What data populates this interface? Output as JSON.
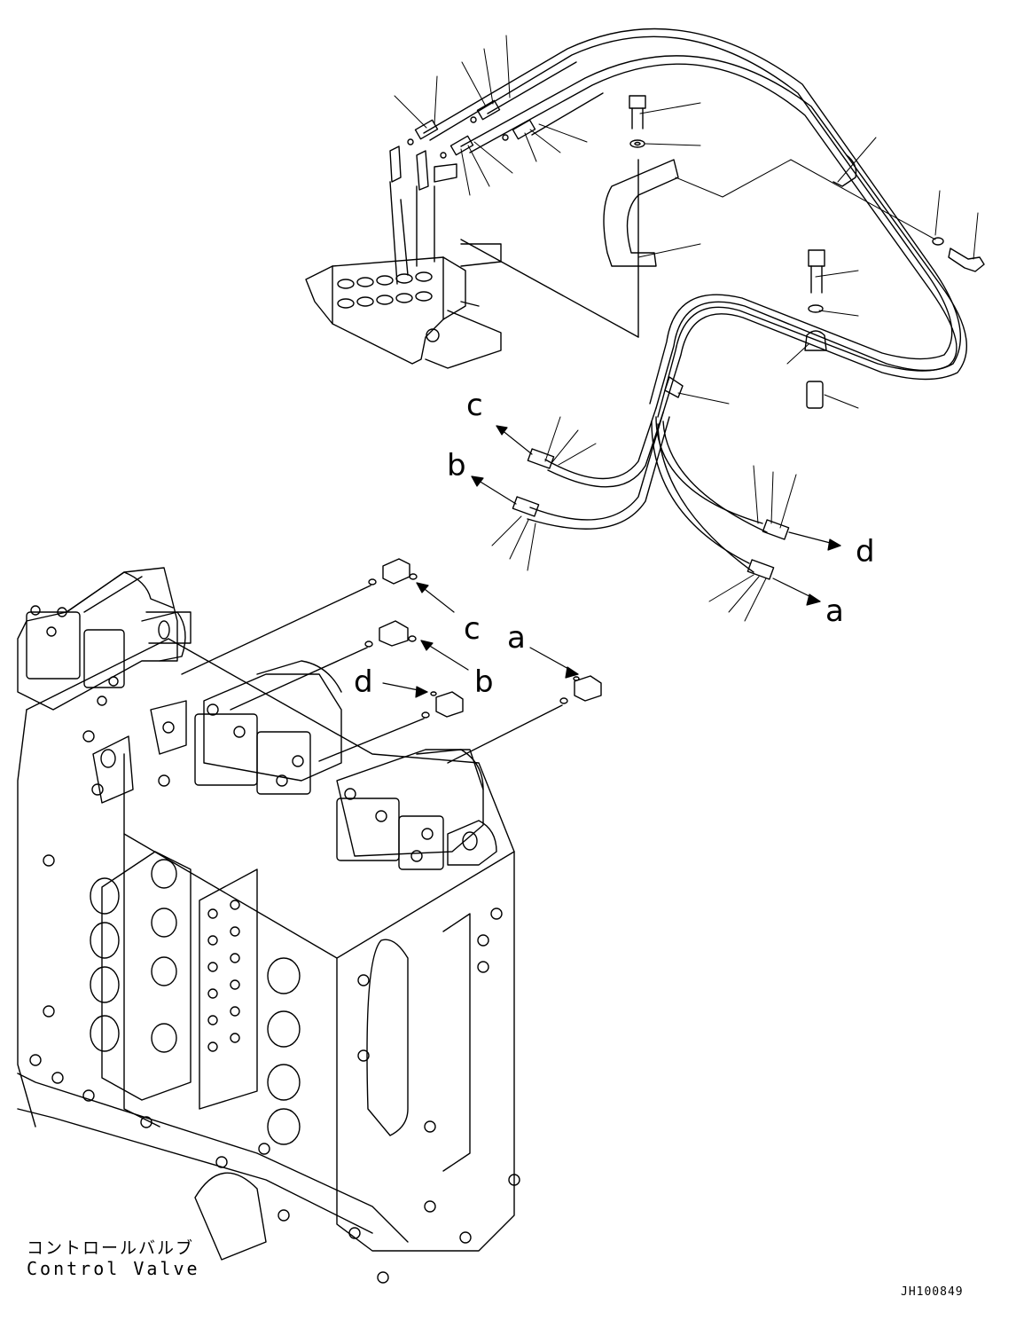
{
  "diagram": {
    "connection_labels": {
      "c_upper": "c",
      "b_upper": "b",
      "d_right": "d",
      "a_right": "a",
      "c_lower": "c",
      "a_lower": "a",
      "d_lower": "d",
      "b_lower": "b"
    },
    "caption_japanese": "コントロールバルブ",
    "caption_english": "Control Valve",
    "drawing_number": "JH100849"
  }
}
